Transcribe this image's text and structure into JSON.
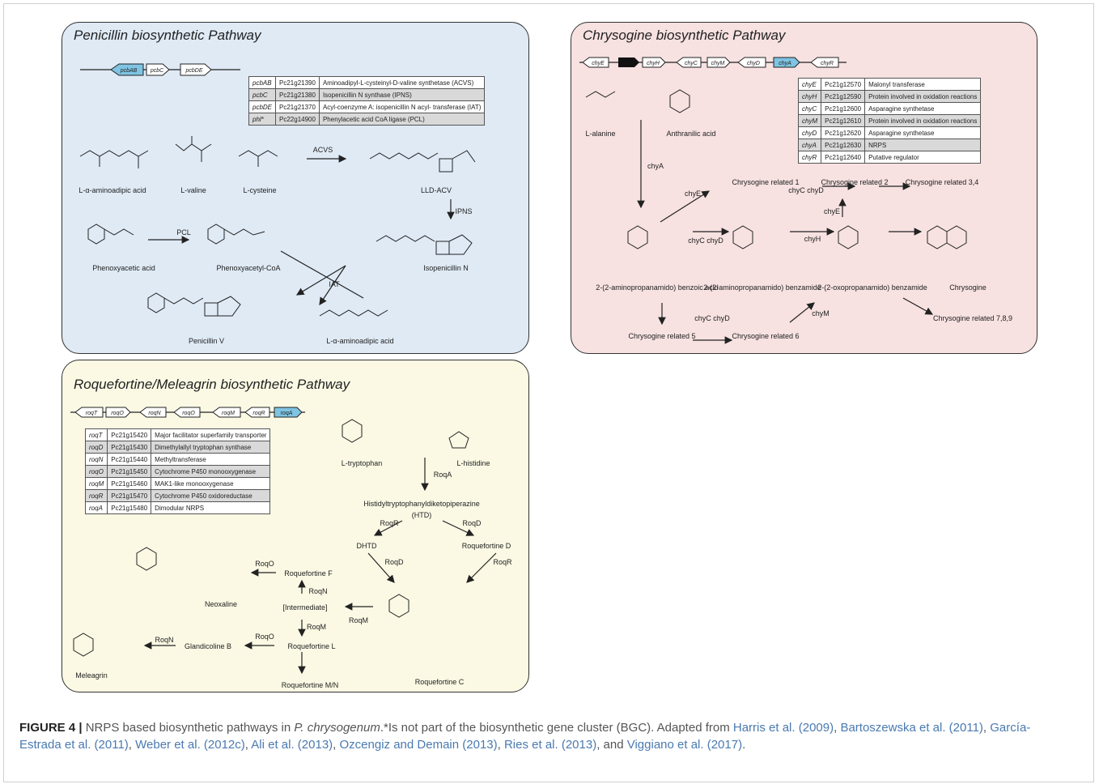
{
  "colors": {
    "penicillin_bg": "#dfeaf5",
    "chrysogine_bg": "#f7e1e1",
    "roquefortine_bg": "#fbf9e4",
    "nrps_gene": "#7fc4e2",
    "reference_link": "#4a7ab0"
  },
  "penicillin": {
    "title": "Penicillin biosynthetic Pathway",
    "cluster_genes": [
      "pcbAB",
      "pcbC",
      "pcbDE"
    ],
    "table": [
      {
        "gene": "pcbAB",
        "id": "Pc21g21390",
        "desc": "Aminoadipyl-L-cysteinyl-D-valine synthetase (ACVS)"
      },
      {
        "gene": "pcbC",
        "id": "Pc21g21380",
        "desc": "Isopenicillin N synthase (IPNS)"
      },
      {
        "gene": "pcbDE",
        "id": "Pc21g21370",
        "desc": "Acyl-coenzyme A: isopenicillin N acyl- transferase (IAT)"
      },
      {
        "gene": "phl*",
        "id": "Pc22g14900",
        "desc": "Phenylacetic acid CoA ligase (PCL)"
      }
    ],
    "labels": {
      "aminoadipic": "L-α-aminoadipic acid",
      "valine": "L-valine",
      "cysteine": "L-cysteine",
      "acvs": "ACVS",
      "acv": "LLD-ACV",
      "ipns": "IPNS",
      "pcl": "PCL",
      "phenoxyacetic": "Phenoxyacetic acid",
      "phenoxyacetyl": "Phenoxyacetyl-CoA",
      "isopenicillin": "Isopenicillin N",
      "iat": "IAT",
      "penicillin_v": "Penicillin V",
      "aminoadipic2": "L-α-aminoadipic acid"
    }
  },
  "chrysogine": {
    "title": "Chrysogine biosynthetic Pathway",
    "cluster_genes": [
      "chyE",
      "chyH",
      "chyC",
      "chyM",
      "chyD",
      "chyA",
      "chyR"
    ],
    "table": [
      {
        "gene": "chyE",
        "id": "Pc21g12570",
        "desc": "Malonyl transferase"
      },
      {
        "gene": "chyH",
        "id": "Pc21g12590",
        "desc": "Protein involved in oxidation reactions"
      },
      {
        "gene": "chyC",
        "id": "Pc21g12600",
        "desc": "Asparagine synthetase"
      },
      {
        "gene": "chyM",
        "id": "Pc21g12610",
        "desc": "Protein involved in oxidation reactions"
      },
      {
        "gene": "chyD",
        "id": "Pc21g12620",
        "desc": "Asparagine synthetase"
      },
      {
        "gene": "chyA",
        "id": "Pc21g12630",
        "desc": "NRPS"
      },
      {
        "gene": "chyR",
        "id": "Pc21g12640",
        "desc": "Putative regulator"
      }
    ],
    "labels": {
      "alanine": "L-alanine",
      "anthranilic": "Anthranilic acid",
      "chyA": "chyA",
      "chyE": "chyE",
      "rel1": "Chrysogine related 1",
      "rel2": "Chrysogine related 2",
      "rel34": "Chrysogine related 3,4",
      "chyCD1": "chyC chyD",
      "chyE2": "chyE",
      "chyCD2": "chyC chyD",
      "chyH": "chyH",
      "amino_acid": "2-(2-aminopropanamido) benzoic acid",
      "amino_amide": "2-(2-aminopropanamido) benzamide",
      "oxo_amide": "2-(2-oxopropanamido) benzamide",
      "chrysogine": "Chrysogine",
      "rel789": "Chrysogine related 7,8,9",
      "rel5": "Chrysogine related 5",
      "rel6": "Chrysogine related 6",
      "chyCD3": "chyC chyD",
      "chyM": "chyM"
    }
  },
  "roquefortine": {
    "title": "Roquefortine/Meleagrin biosynthetic Pathway",
    "cluster_genes": [
      "roqT",
      "roqO",
      "roqN",
      "roqO",
      "roqM",
      "roqR",
      "roqA"
    ],
    "table": [
      {
        "gene": "roqT",
        "id": "Pc21g15420",
        "desc": "Major facilitator superfamily transporter"
      },
      {
        "gene": "roqD",
        "id": "Pc21g15430",
        "desc": "Dimethylallyl tryptophan synthase"
      },
      {
        "gene": "roqN",
        "id": "Pc21g15440",
        "desc": "Methyltransferase"
      },
      {
        "gene": "roqO",
        "id": "Pc21g15450",
        "desc": "Cytochrome P450 monooxygenase"
      },
      {
        "gene": "roqM",
        "id": "Pc21g15460",
        "desc": "MAK1-like monooxygenase"
      },
      {
        "gene": "roqR",
        "id": "Pc21g15470",
        "desc": "Cytochrome P450 oxidoreductase"
      },
      {
        "gene": "roqA",
        "id": "Pc21g15480",
        "desc": "Dimodular NRPS"
      }
    ],
    "labels": {
      "tryptophan": "L-tryptophan",
      "histidine": "L-histidine",
      "roqA": "RoqA",
      "htd": "Histidyltryptophanyldiketopiperazine",
      "htd_abbr": "(HTD)",
      "roqR1": "RoqR",
      "roqD1": "RoqD",
      "dhtd": "DHTD",
      "roq_d": "Roquefortine D",
      "roqD2": "RoqD",
      "roqR2": "RoqR",
      "roqO1": "RoqO",
      "roq_f": "Roquefortine F",
      "neoxaline": "Neoxaline",
      "roqN1": "RoqN",
      "intermediate": "[Intermediate]",
      "roqM1": "RoqM",
      "roqM2": "RoqM",
      "roqN2": "RoqN",
      "roqO2": "RoqO",
      "glandicoline": "Glandicoline B",
      "roq_l": "Roquefortine L",
      "meleagrin": "Meleagrin",
      "roq_mn": "Roquefortine M/N",
      "roq_c": "Roquefortine C"
    }
  },
  "caption": {
    "label": "FIGURE 4 |",
    "text1": " NRPS based biosynthetic pathways in ",
    "species": "P. chrysogenum",
    "text2": ".*Is not part of the biosynthetic gene cluster (BGC). Adapted from ",
    "refs": [
      "Harris et al. (2009)",
      "Bartoszewska et al. (2011)",
      "García-Estrada et al. (2011)",
      "Weber et al. (2012c)",
      "Ali et al. (2013)",
      "Ozcengiz and Demain (2013)",
      "Ries et al. (2013)",
      "Viggiano et al. (2017)"
    ],
    "sep": ", ",
    "and": ", and ",
    "end": "."
  }
}
